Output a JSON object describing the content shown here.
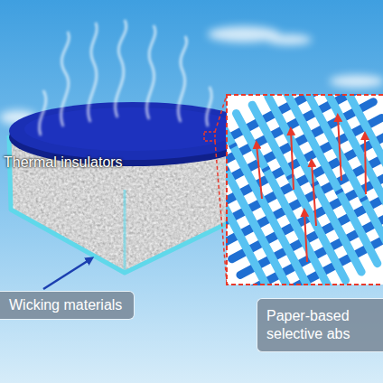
{
  "diagram": {
    "nodes": [
      {
        "text": [
          "Wicking materials"
        ]
      },
      {
        "text": [
          "Paper-based selective abs"
        ]
      }
    ],
    "labels": [
      "Thermal insulators"
    ]
  }
}
